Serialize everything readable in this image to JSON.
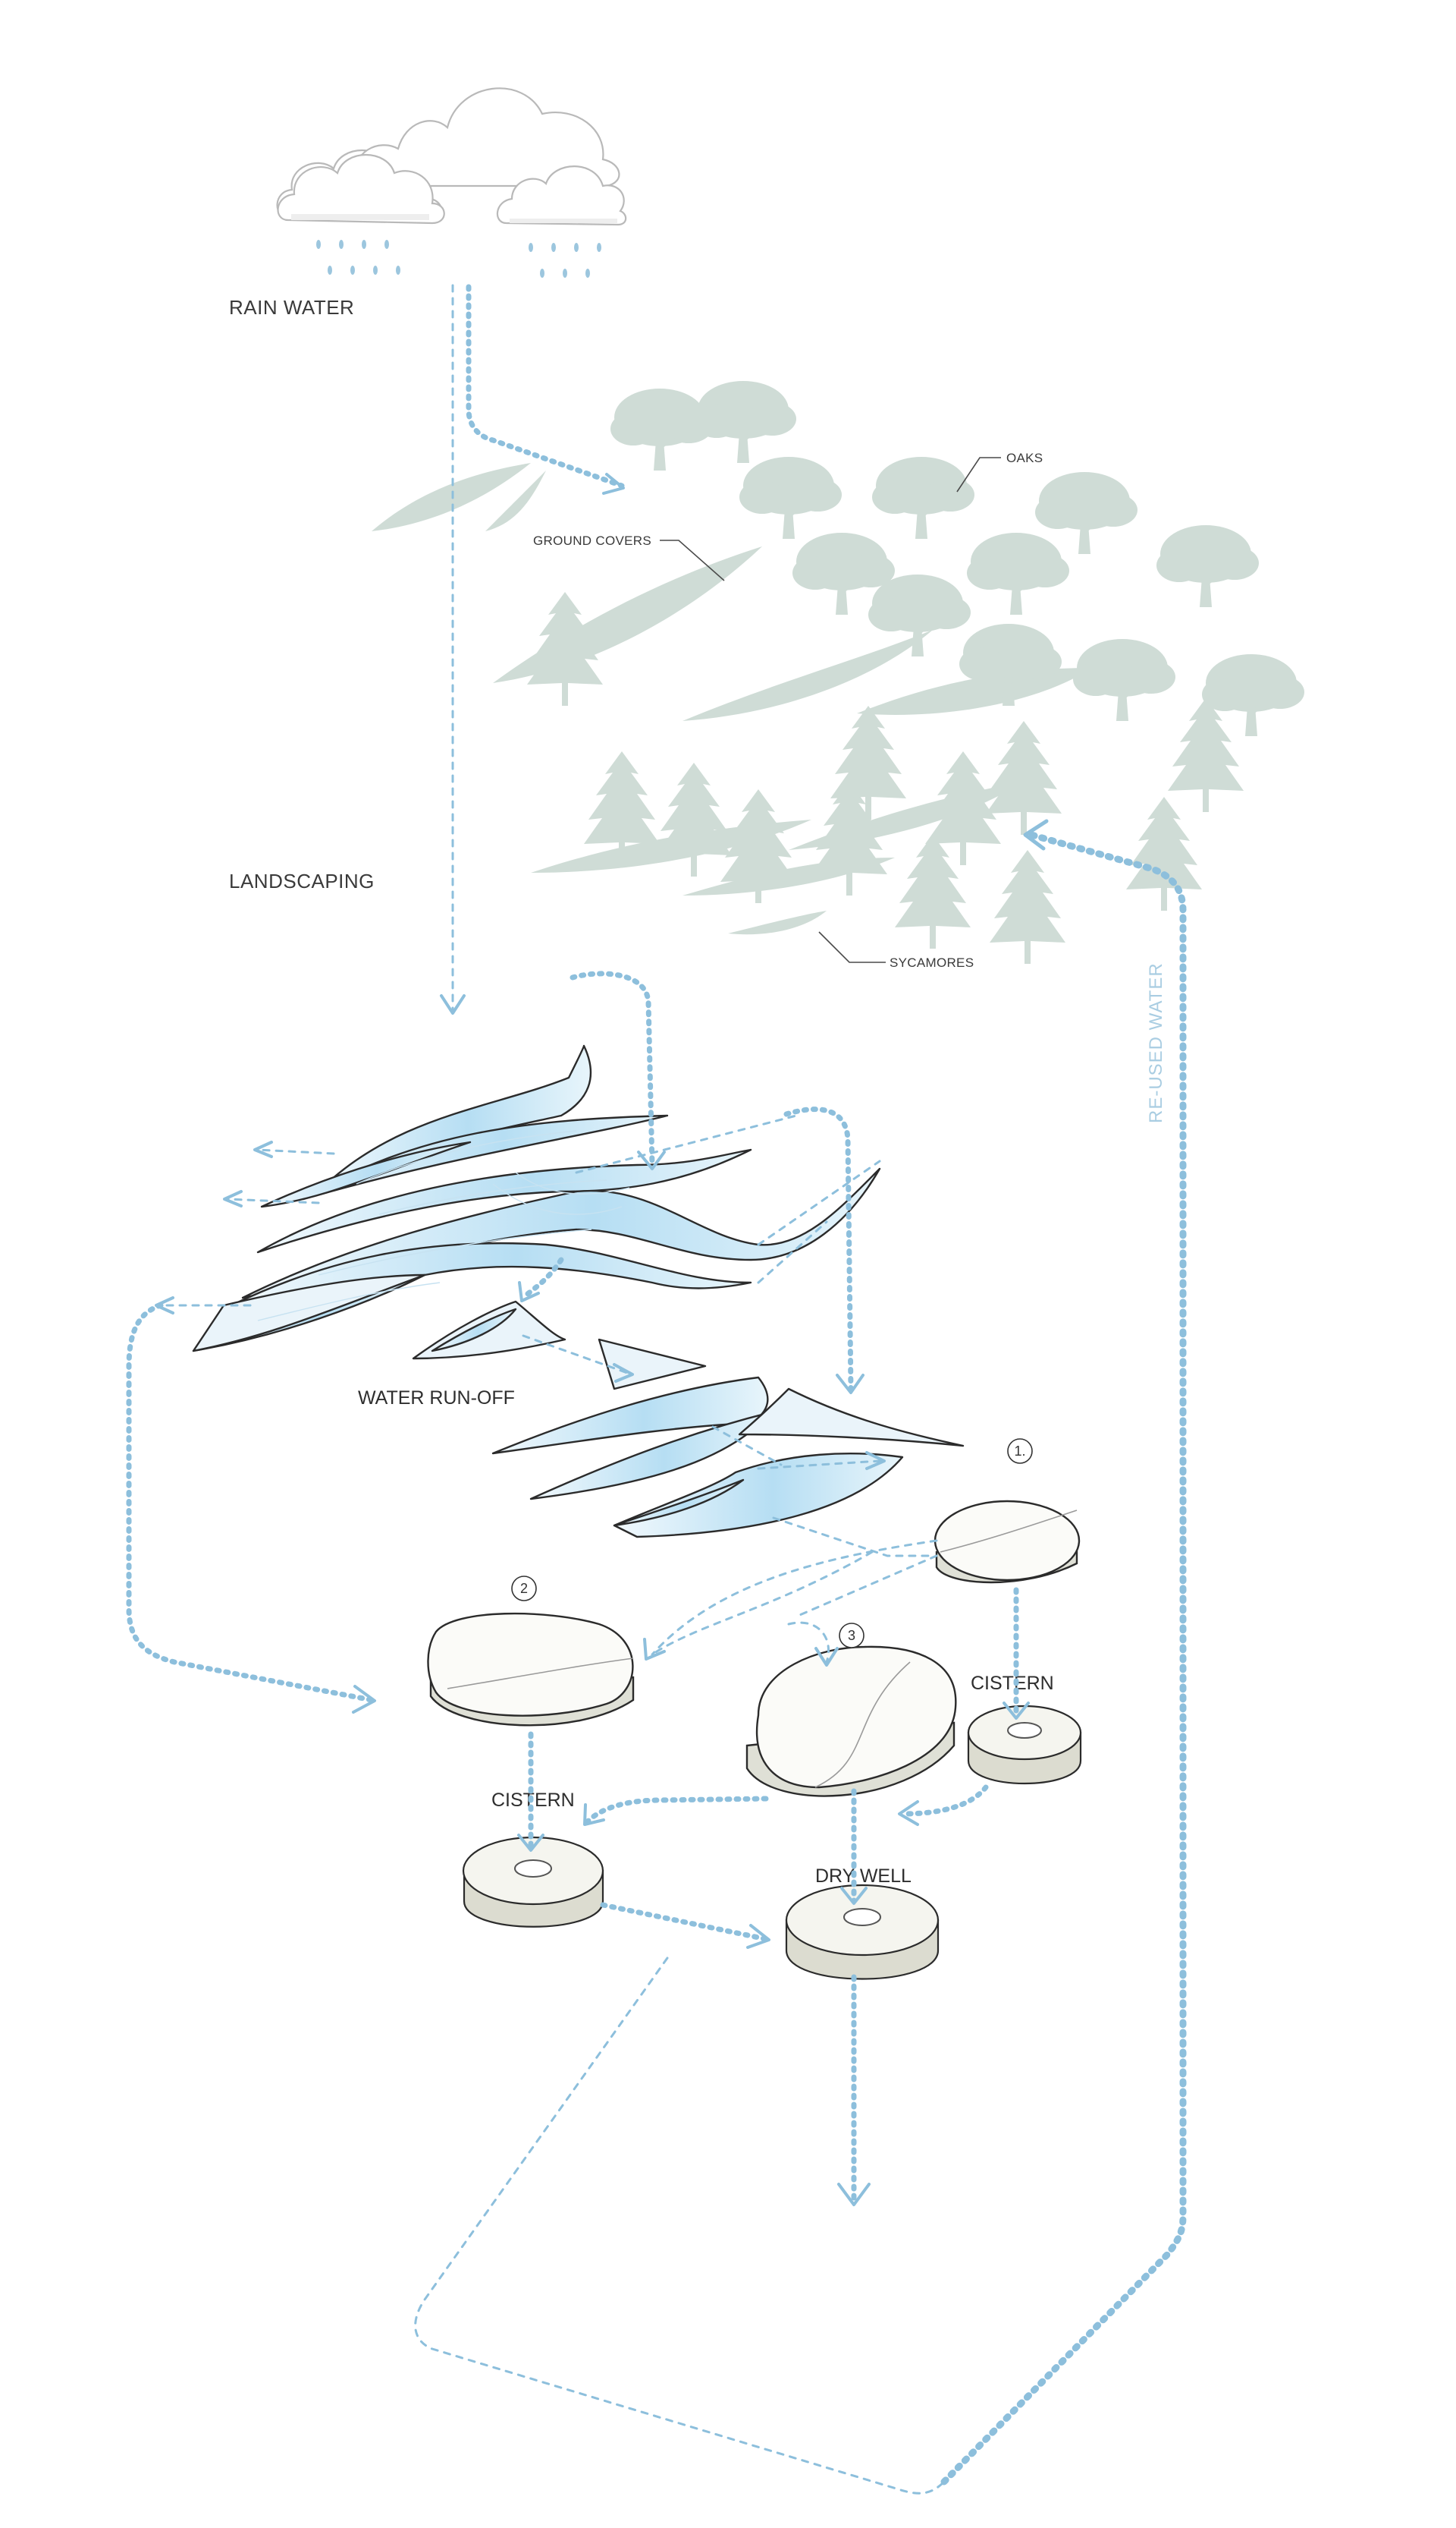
{
  "labels": {
    "rain_water": "RAIN WATER",
    "landscaping": "LANDSCAPING",
    "oaks": "OAKS",
    "ground_covers": "GROUND COVERS",
    "sycamores": "SYCAMORES",
    "water_runoff": "WATER RUN-OFF",
    "reused_water": "RE-USED WATER",
    "cistern_right": "CISTERN",
    "cistern_left": "CISTERN",
    "dry_well": "DRY WELL"
  },
  "basins": {
    "basin_1": "1.",
    "basin_2": "2",
    "basin_3": "3"
  },
  "colors": {
    "flow": "#8dbfdc",
    "vegetation": "#cfdcd6",
    "water": "#bfe3f4",
    "outline": "#2b2b2b"
  }
}
